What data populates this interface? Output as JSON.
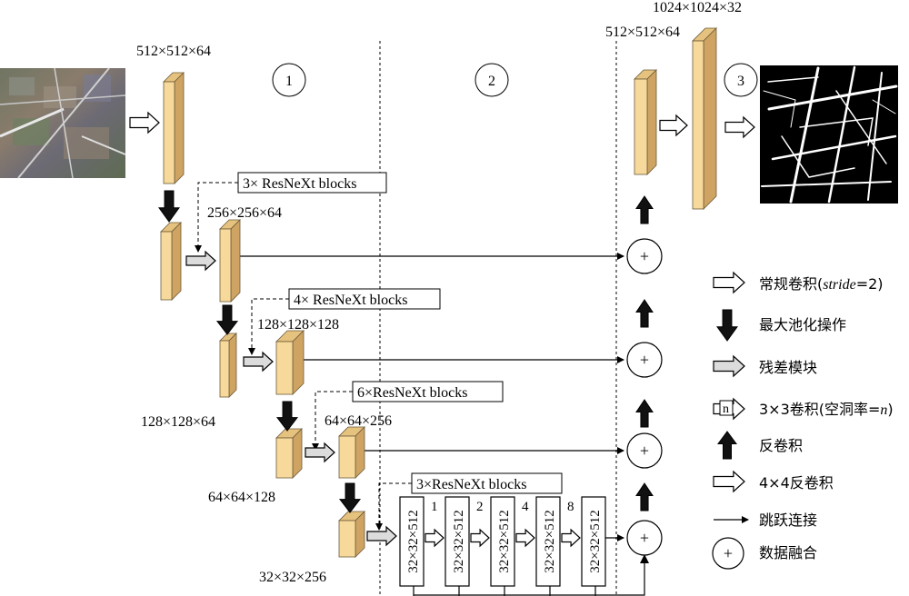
{
  "stages": [
    "1",
    "2",
    "3"
  ],
  "dims": {
    "enc1": "512×512×64",
    "enc2": "256×256×64",
    "enc3a": "128×128×128",
    "enc3b": "128×128×64",
    "enc4a": "64×64×256",
    "enc4b": "64×64×128",
    "enc5": "32×32×256",
    "dec_top": "1024×1024×32",
    "dec_mid": "512×512×64"
  },
  "block_labels": {
    "b1": "3× ResNeXt blocks",
    "b2": "4× ResNeXt blocks",
    "b3": "6×ResNeXt blocks",
    "b4": "3×ResNeXt blocks"
  },
  "dilated": {
    "box_label": "32×32×512",
    "rates": [
      "1",
      "2",
      "4",
      "8"
    ]
  },
  "fusion_symbol": "+",
  "legend": {
    "conv": "常规卷积(stride=2)",
    "conv_pre": "常规卷积(",
    "conv_it": "stride",
    "conv_post": "=2)",
    "pool": "最大池化操作",
    "res": "残差模块",
    "dil_pre": "3×3卷积(空洞率=",
    "dil_it": "n",
    "dil_post": ")",
    "dil_icon": "n",
    "deconv": "反卷积",
    "deconv4": "4×4反卷积",
    "skip": "跳跃连接",
    "fuse": "数据融合"
  },
  "colors": {
    "block_front": "#f7da9b",
    "block_side": "#cfa462",
    "block_top": "#e6c27f",
    "arrow_black": "#111111",
    "arrow_gray": "#dcdcdc"
  }
}
